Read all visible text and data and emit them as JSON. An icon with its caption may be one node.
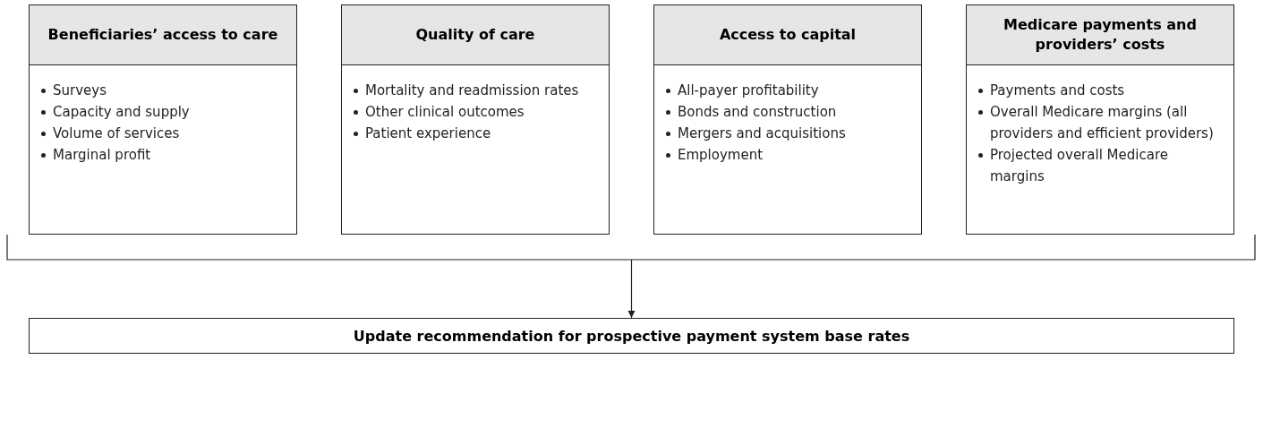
{
  "diagram": {
    "nodes": [
      {
        "text": [
          "Beneficiaries’ access to care",
          "Surveys",
          "Capacity and supply",
          "Volume of services",
          "Marginal profit"
        ]
      },
      {
        "text": [
          "Quality of care",
          "Mortality and readmission rates",
          "Other clinical outcomes",
          "Patient experience"
        ]
      },
      {
        "text": [
          "Access to capital",
          "All-payer profitability",
          "Bonds and construction",
          "Mergers and acquisitions",
          "Employment"
        ]
      },
      {
        "text": [
          "Medicare payments and providers’ costs",
          "Payments and costs",
          "Overall Medicare margins (all providers and efficient providers)",
          "Projected overall Medicare margins"
        ]
      },
      {
        "text": [],
        "shape": "bracket"
      },
      {
        "text": [
          "Update recommendation for prospective payment system base rates"
        ]
      }
    ],
    "edges": [
      {
        "from": 4,
        "to": 5,
        "arrow": "to"
      }
    ]
  }
}
